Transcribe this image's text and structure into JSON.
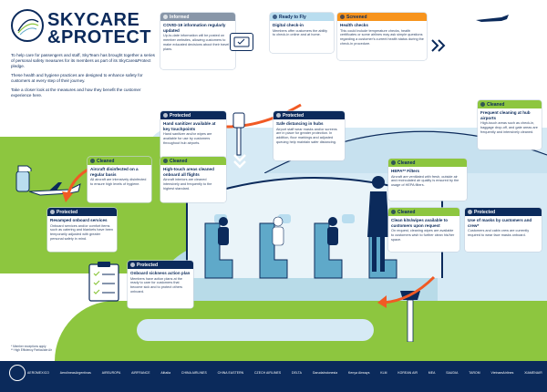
{
  "header": {
    "brand_ring": "SKYTEAM",
    "title_line1": "SKYCARE",
    "title_line2": "&PROTECT",
    "intro_p1": "To help care for passengers and staff, SkyTeam has brought together a series of personal safety measures for its members as part of its SkyCare&Protect pledge.",
    "intro_p2": "These health and hygiene practices are designed to enhance safety for customers at every step of their journey.",
    "intro_p3": "Take a closer look at the measures and how they benefit the customer experience here."
  },
  "cards": {
    "informed": {
      "tag": "Informed",
      "title": "COVID-19 information regularly updated",
      "body": "Up-to-date information will be posted on member websites, allowing customers to make educated decisions about their travel plans."
    },
    "ready": {
      "tag": "Ready to Fly",
      "title": "Digital check-in",
      "body": "Members offer customers the ability to check-in online and at home."
    },
    "screened": {
      "tag": "Screened",
      "title": "Health checks",
      "body": "This could include temperature checks, health certificates or some airlines may ask simple questions regarding a customer's current health status during the check-in procedure."
    },
    "sanitizer": {
      "tag": "Protected",
      "title": "Hand sanitizer available at key touchpoints",
      "body": "Hand sanitizer and/or wipes are available for use by customers throughout hub airports."
    },
    "distancing": {
      "tag": "Protected",
      "title": "Safe distancing in hubs",
      "body": "Airport staff wear masks and/or screens are in place for greater protection. In addition, floor markings and adjusted queuing help maintain safer distancing."
    },
    "frequent": {
      "tag": "Cleaned",
      "title": "Frequent cleaning at hub airports",
      "body": "High-touch areas such as check-in, baggage drop-off, and gate areas are frequently and intensively cleaned."
    },
    "disinfected": {
      "tag": "Cleaned",
      "title": "Aircraft disinfected on a regular basis",
      "body": "All aircraft are intensively disinfected to ensure high levels of hygiene."
    },
    "hightouch": {
      "tag": "Cleaned",
      "title": "High-touch areas cleaned onboard all flights",
      "body": "Aircraft interiors are cleaned intensively and frequently to the highest standard."
    },
    "hepa": {
      "tag": "Cleaned",
      "title": "HEPA** Filters",
      "body": "Aircraft are ventilated with fresh, outside air and recirculated air quality is ensured by the usage of HEPA filters."
    },
    "revamped": {
      "tag": "Protected",
      "title": "Revamped onboard services",
      "body": "Onboard services and/or comfort items such as catering and blankets have been temporarily adjusted with greater personal safety in mind."
    },
    "kits": {
      "tag": "Cleaned",
      "title": "Clean kits/wipes available to customers upon request",
      "body": "On request, cleaning wipes are available to customers wish to further clean his/her space."
    },
    "masks": {
      "tag": "Protected",
      "title": "Use of masks by customers and crew*",
      "body": "Customers and cabin crew are currently required to wear face masks onboard."
    },
    "sickness": {
      "tag": "Protected",
      "title": "Onboard sickness action plan",
      "body": "Members have action plans at the ready to care for customers that become sick and to protect others onboard."
    }
  },
  "footnotes": {
    "line1": "* Member exceptions apply",
    "line2": "** High Efficiency Particulate Air"
  },
  "footer": {
    "brand": "SKYTEAM",
    "airlines": [
      "AEROMEXICO",
      "AerolineasArgentinas",
      "AIREUROPA",
      "AIRFRANCE",
      "Alitalia",
      "CHINA AIRLINES",
      "CHINA EASTERN",
      "CZECH AIRLINES",
      "DELTA",
      "GarudaIndonesia",
      "Kenya Airways",
      "KLM",
      "KOREAN AIR",
      "MEA",
      "SAUDIA",
      "TAROM",
      "VietnamAirlines",
      "XIAMENAIR"
    ]
  },
  "colors": {
    "navy": "#0b2a5b",
    "green": "#8dc63f",
    "orange": "#f7941d",
    "lightblue": "#b9ddef"
  }
}
